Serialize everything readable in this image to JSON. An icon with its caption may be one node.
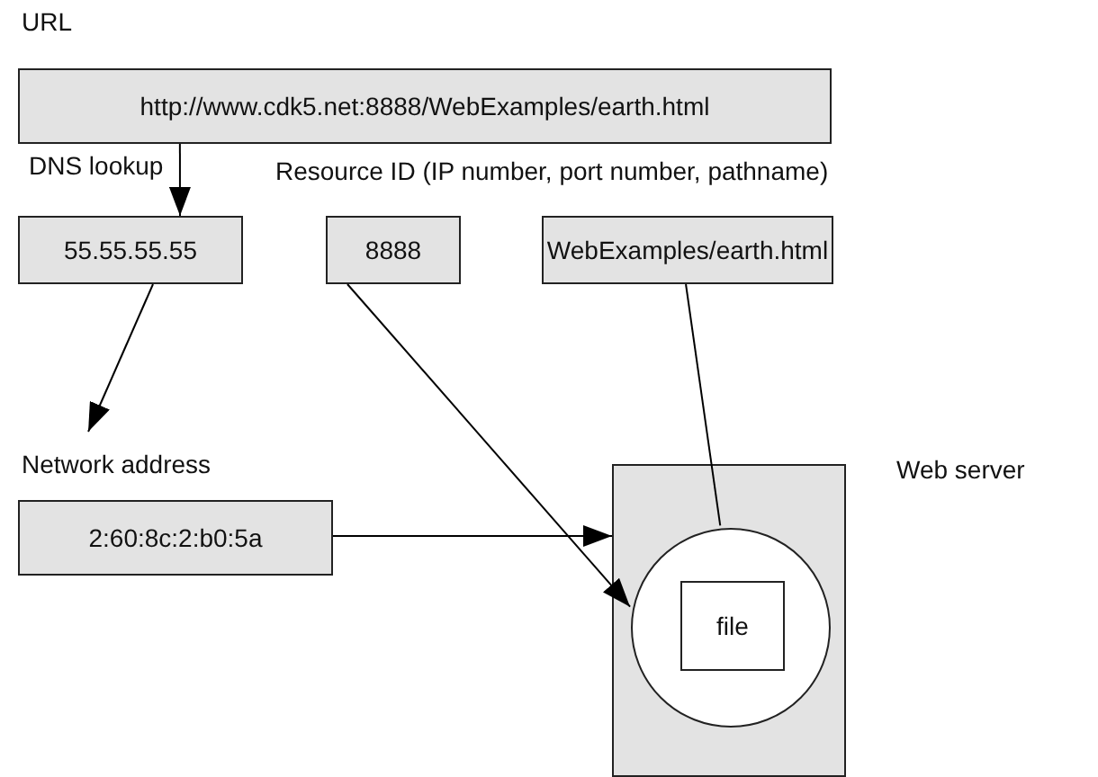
{
  "diagram": {
    "nodes": [
      {
        "text": [
          "URL",
          "http://www.cdk5.net:8888/WebExamples/earth.html"
        ]
      },
      {
        "text": [
          "55.55.55.55"
        ]
      },
      {
        "text": [
          "8888"
        ]
      },
      {
        "text": [
          "WebExamples/earth.html"
        ]
      },
      {
        "text": [
          "Network address",
          "2:60:8c:2:b0:5a"
        ]
      },
      {
        "text": [],
        "shape": "box",
        "beside": [
          "Web server"
        ]
      },
      {
        "text": [],
        "shape": "circle",
        "in": 5
      },
      {
        "text": [
          "file"
        ],
        "in": 6
      }
    ],
    "edges": [
      {
        "from": 0,
        "to": 1,
        "arrow": "to",
        "label": "DNS lookup"
      },
      {
        "from": 1,
        "to": 4,
        "arrow": "to"
      },
      {
        "from": 2,
        "to": 6,
        "arrow": "to"
      },
      {
        "from": 3,
        "to": 6,
        "arrow": "none"
      },
      {
        "from": 4,
        "to": 5,
        "arrow": "to"
      }
    ],
    "labels": [
      "Resource ID (IP number, port number, pathname)"
    ]
  }
}
